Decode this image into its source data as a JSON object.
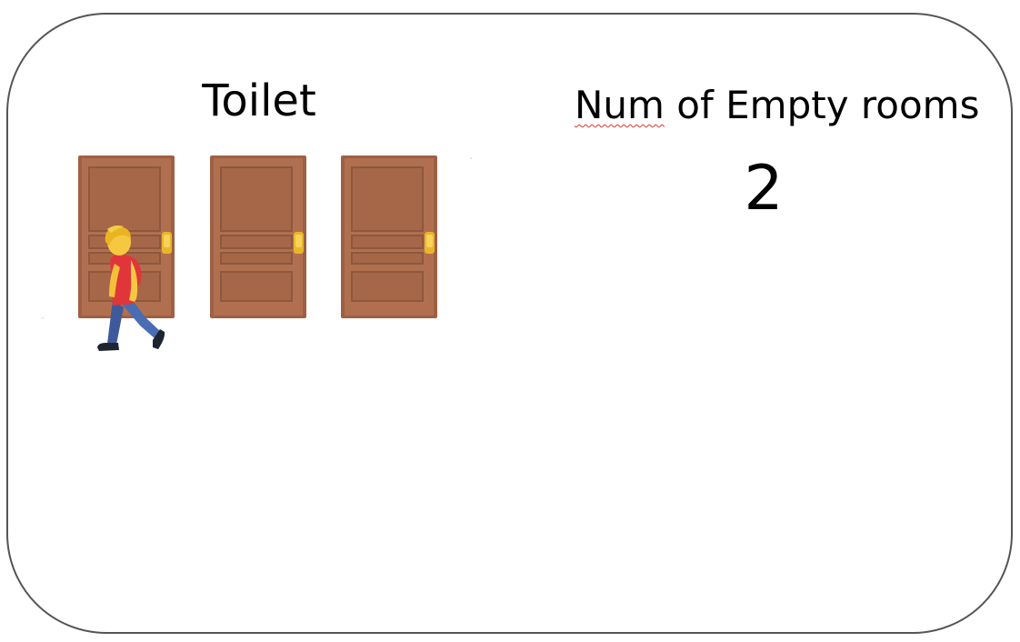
{
  "title": "Toilet",
  "counter": {
    "label_prefix": "Num",
    "label_rest": " of Empty rooms",
    "value": "2"
  },
  "rooms": {
    "total": 3,
    "empty": 2
  },
  "icons": {
    "door": "door-icon",
    "person": "person-walking-icon"
  },
  "colors": {
    "door_wood": "#a8674a",
    "door_panel": "#b87754",
    "door_knob": "#f2c230",
    "frame_border": "#555555",
    "spellcheck_underline": "#e0342b"
  }
}
